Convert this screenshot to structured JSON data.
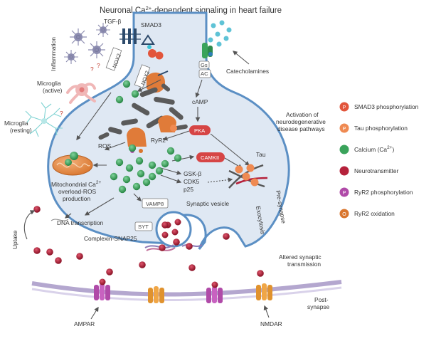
{
  "title": {
    "main": "Neuronal Ca",
    "sup": "2+",
    "rest": "-dependent signaling in heart failure"
  },
  "labels": {
    "tgfb": "TGF-β",
    "smad3": "SMAD3",
    "inflammation": "Inflammation",
    "microglia_active_1": "Microglia",
    "microglia_active_2": "(active)",
    "microglia_resting_1": "Microglia",
    "microglia_resting_2": "(resting)",
    "nox2_a": "NOX2",
    "nox2_b": "NOX2",
    "gs": "Gs",
    "ac": "AC",
    "catecholamines": "Catecholamines",
    "camp": "cAMP",
    "activation_1": "Activation of",
    "activation_2": "neurodegenerative",
    "activation_3": "disease pathways",
    "pka": "PKA",
    "ros": "ROS",
    "ryr2": "RyR2",
    "camkii": "CAMKII",
    "tau": "Tau",
    "gsk": "GSK-β",
    "cdk5": "CDK5",
    "p25": "p25",
    "mito_1": "Mitochondrial Ca",
    "mito_sup": "2+",
    "mito_2": "overload-ROS",
    "mito_3": "production",
    "dna": "DNA transcription",
    "vamp8": "VAMP8",
    "synaptic_vesicle": "Synaptic vesicle",
    "exocytosis": "Exocytosis",
    "presynapse": "Pre-synapse",
    "syt": "SYT",
    "complexin": "Complexin-SNAP25",
    "uptake": "Uptake",
    "altered_1": "Altered synaptic",
    "altered_2": "transmission",
    "postsynapse_1": "Post-",
    "postsynapse_2": "synapse",
    "ampar": "AMPAR",
    "nmdar": "NMDAR"
  },
  "legend": [
    {
      "label": "SMAD3 phosphorylation",
      "icon": "smad3-phosphorylation-icon",
      "color": "#e2553b",
      "glyph": "P"
    },
    {
      "label": "Tau phosphorylation",
      "icon": "tau-phosphorylation-icon",
      "color": "#ef8a52",
      "glyph": "P"
    },
    {
      "label": "Calcium (Ca",
      "sup": "2+",
      "tail": ")",
      "icon": "calcium-icon",
      "color": "#3aa35b",
      "glyph": ""
    },
    {
      "label": "Neurotransmitter",
      "icon": "neurotransmitter-icon",
      "color": "#b5213b",
      "glyph": ""
    },
    {
      "label": "RyR2 phosphorylation",
      "icon": "ryr2-phosphorylation-icon",
      "color": "#b04aa8",
      "glyph": "P"
    },
    {
      "label": "RyR2 oxidation",
      "icon": "ryr2-oxidation-icon",
      "color": "#d9762e",
      "glyph": "O"
    }
  ],
  "colors": {
    "neuron_fill": "#dfe8f3",
    "neuron_stroke": "#5b8fc4",
    "calcium": "#3aa35b",
    "neurotransmitter": "#b5213b",
    "er": "#5a5a5a",
    "protein_orange": "#e07b39",
    "protein_purple": "#b04aa8",
    "pka_fill": "#d64545",
    "membrane_post": "#b4a7cf"
  }
}
